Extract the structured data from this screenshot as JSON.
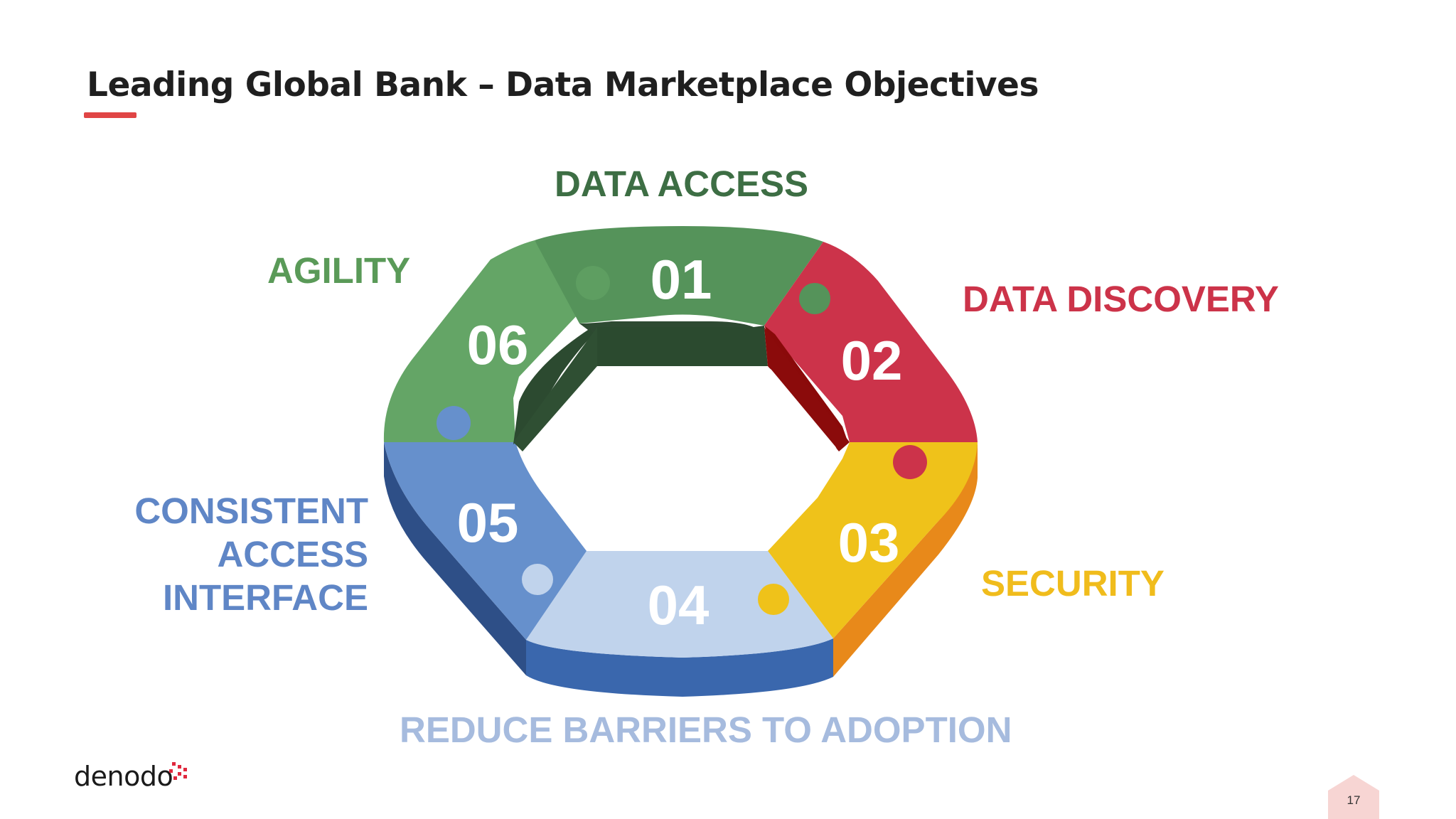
{
  "title": "Leading Global Bank – Data Marketplace Objectives",
  "labels": {
    "access": "DATA ACCESS",
    "agility": "AGILITY",
    "discovery": "DATA DISCOVERY",
    "security": "SECURITY",
    "reduce": "REDUCE BARRIERS TO ADOPTION",
    "consistent_1": "CONSISTENT",
    "consistent_2": "ACCESS",
    "consistent_3": "INTERFACE"
  },
  "segments": {
    "s01": "01",
    "s02": "02",
    "s03": "03",
    "s04": "04",
    "s05": "05",
    "s06": "06"
  },
  "colors": {
    "seg01": "#55935a",
    "seg02": "#cc334a",
    "seg03": "#efc21a",
    "seg04": "#c0d3ec",
    "seg05": "#6690cc",
    "seg06": "#64a566"
  },
  "logo": "denodo",
  "page_number": "17"
}
